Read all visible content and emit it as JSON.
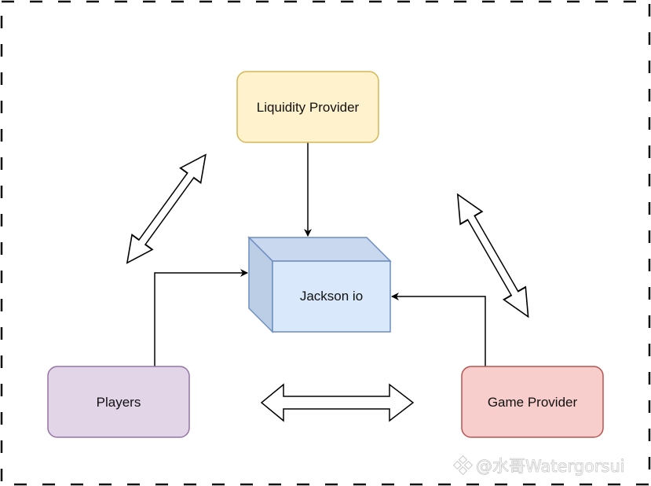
{
  "diagram": {
    "nodes": {
      "liquidity_provider": {
        "label": "Liquidity Provider",
        "fill": "#fff2cc",
        "stroke": "#d6b656"
      },
      "jackson": {
        "label": "Jackson io",
        "fill": "#dae8fc",
        "stroke": "#6c8ebf"
      },
      "players": {
        "label": "Players",
        "fill": "#e1d5e7",
        "stroke": "#9673a6"
      },
      "game_provider": {
        "label": "Game Provider",
        "fill": "#f8cecc",
        "stroke": "#b85450"
      }
    },
    "edges": [
      {
        "from": "Liquidity Provider",
        "to": "Jackson io",
        "type": "directed"
      },
      {
        "from": "Players",
        "to": "Jackson io",
        "type": "directed"
      },
      {
        "from": "Game Provider",
        "to": "Jackson io",
        "type": "directed"
      },
      {
        "from": "Liquidity Provider",
        "to": "Players",
        "type": "bidirectional-block"
      },
      {
        "from": "Liquidity Provider",
        "to": "Game Provider",
        "type": "bidirectional-block"
      },
      {
        "from": "Players",
        "to": "Game Provider",
        "type": "bidirectional-block"
      }
    ],
    "border_style": "dashed"
  },
  "watermark": {
    "text": "@水哥Watergorsui",
    "icon": "logo-diamond-icon"
  }
}
